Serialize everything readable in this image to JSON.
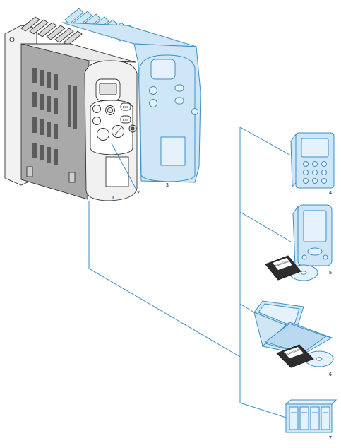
{
  "callouts": {
    "c1": "1",
    "c2": "2",
    "c3": "3",
    "c4": "4",
    "c5": "5",
    "c6": "6",
    "c7": "7"
  },
  "drive_keys": {
    "esc": "ESC",
    "ent": "ENT"
  },
  "media_label": "PowerSuite",
  "colors": {
    "link_line": "#3d8fc4",
    "accessory_fill": "#cfe6f7",
    "accessory_stroke": "#3d8fc4",
    "drive_fill": "#e4e4e4",
    "drive_stroke": "#333333"
  }
}
